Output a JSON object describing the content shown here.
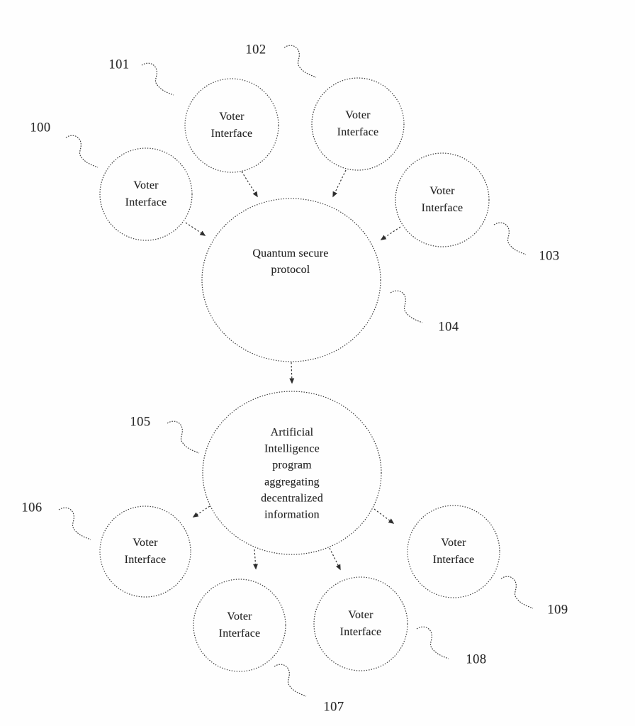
{
  "figure": {
    "description": "Patent-style diagram of voter interfaces connected through a quantum secure protocol to an AI aggregation program",
    "central_nodes": {
      "quantum": {
        "label": "Quantum secure\nprotocol",
        "ref": "104"
      },
      "ai": {
        "label": "Artificial\nIntelligence\nprogram\naggregating\ndecentralized\ninformation",
        "ref": "105"
      }
    },
    "voter_nodes": [
      {
        "ref": "100",
        "label": "Voter\nInterface"
      },
      {
        "ref": "101",
        "label": "Voter\nInterface"
      },
      {
        "ref": "102",
        "label": "Voter\nInterface"
      },
      {
        "ref": "103",
        "label": "Voter\nInterface"
      },
      {
        "ref": "106",
        "label": "Voter\nInterface"
      },
      {
        "ref": "107",
        "label": "Voter\nInterface"
      },
      {
        "ref": "108",
        "label": "Voter\nInterface"
      },
      {
        "ref": "109",
        "label": "Voter\nInterface"
      }
    ]
  }
}
